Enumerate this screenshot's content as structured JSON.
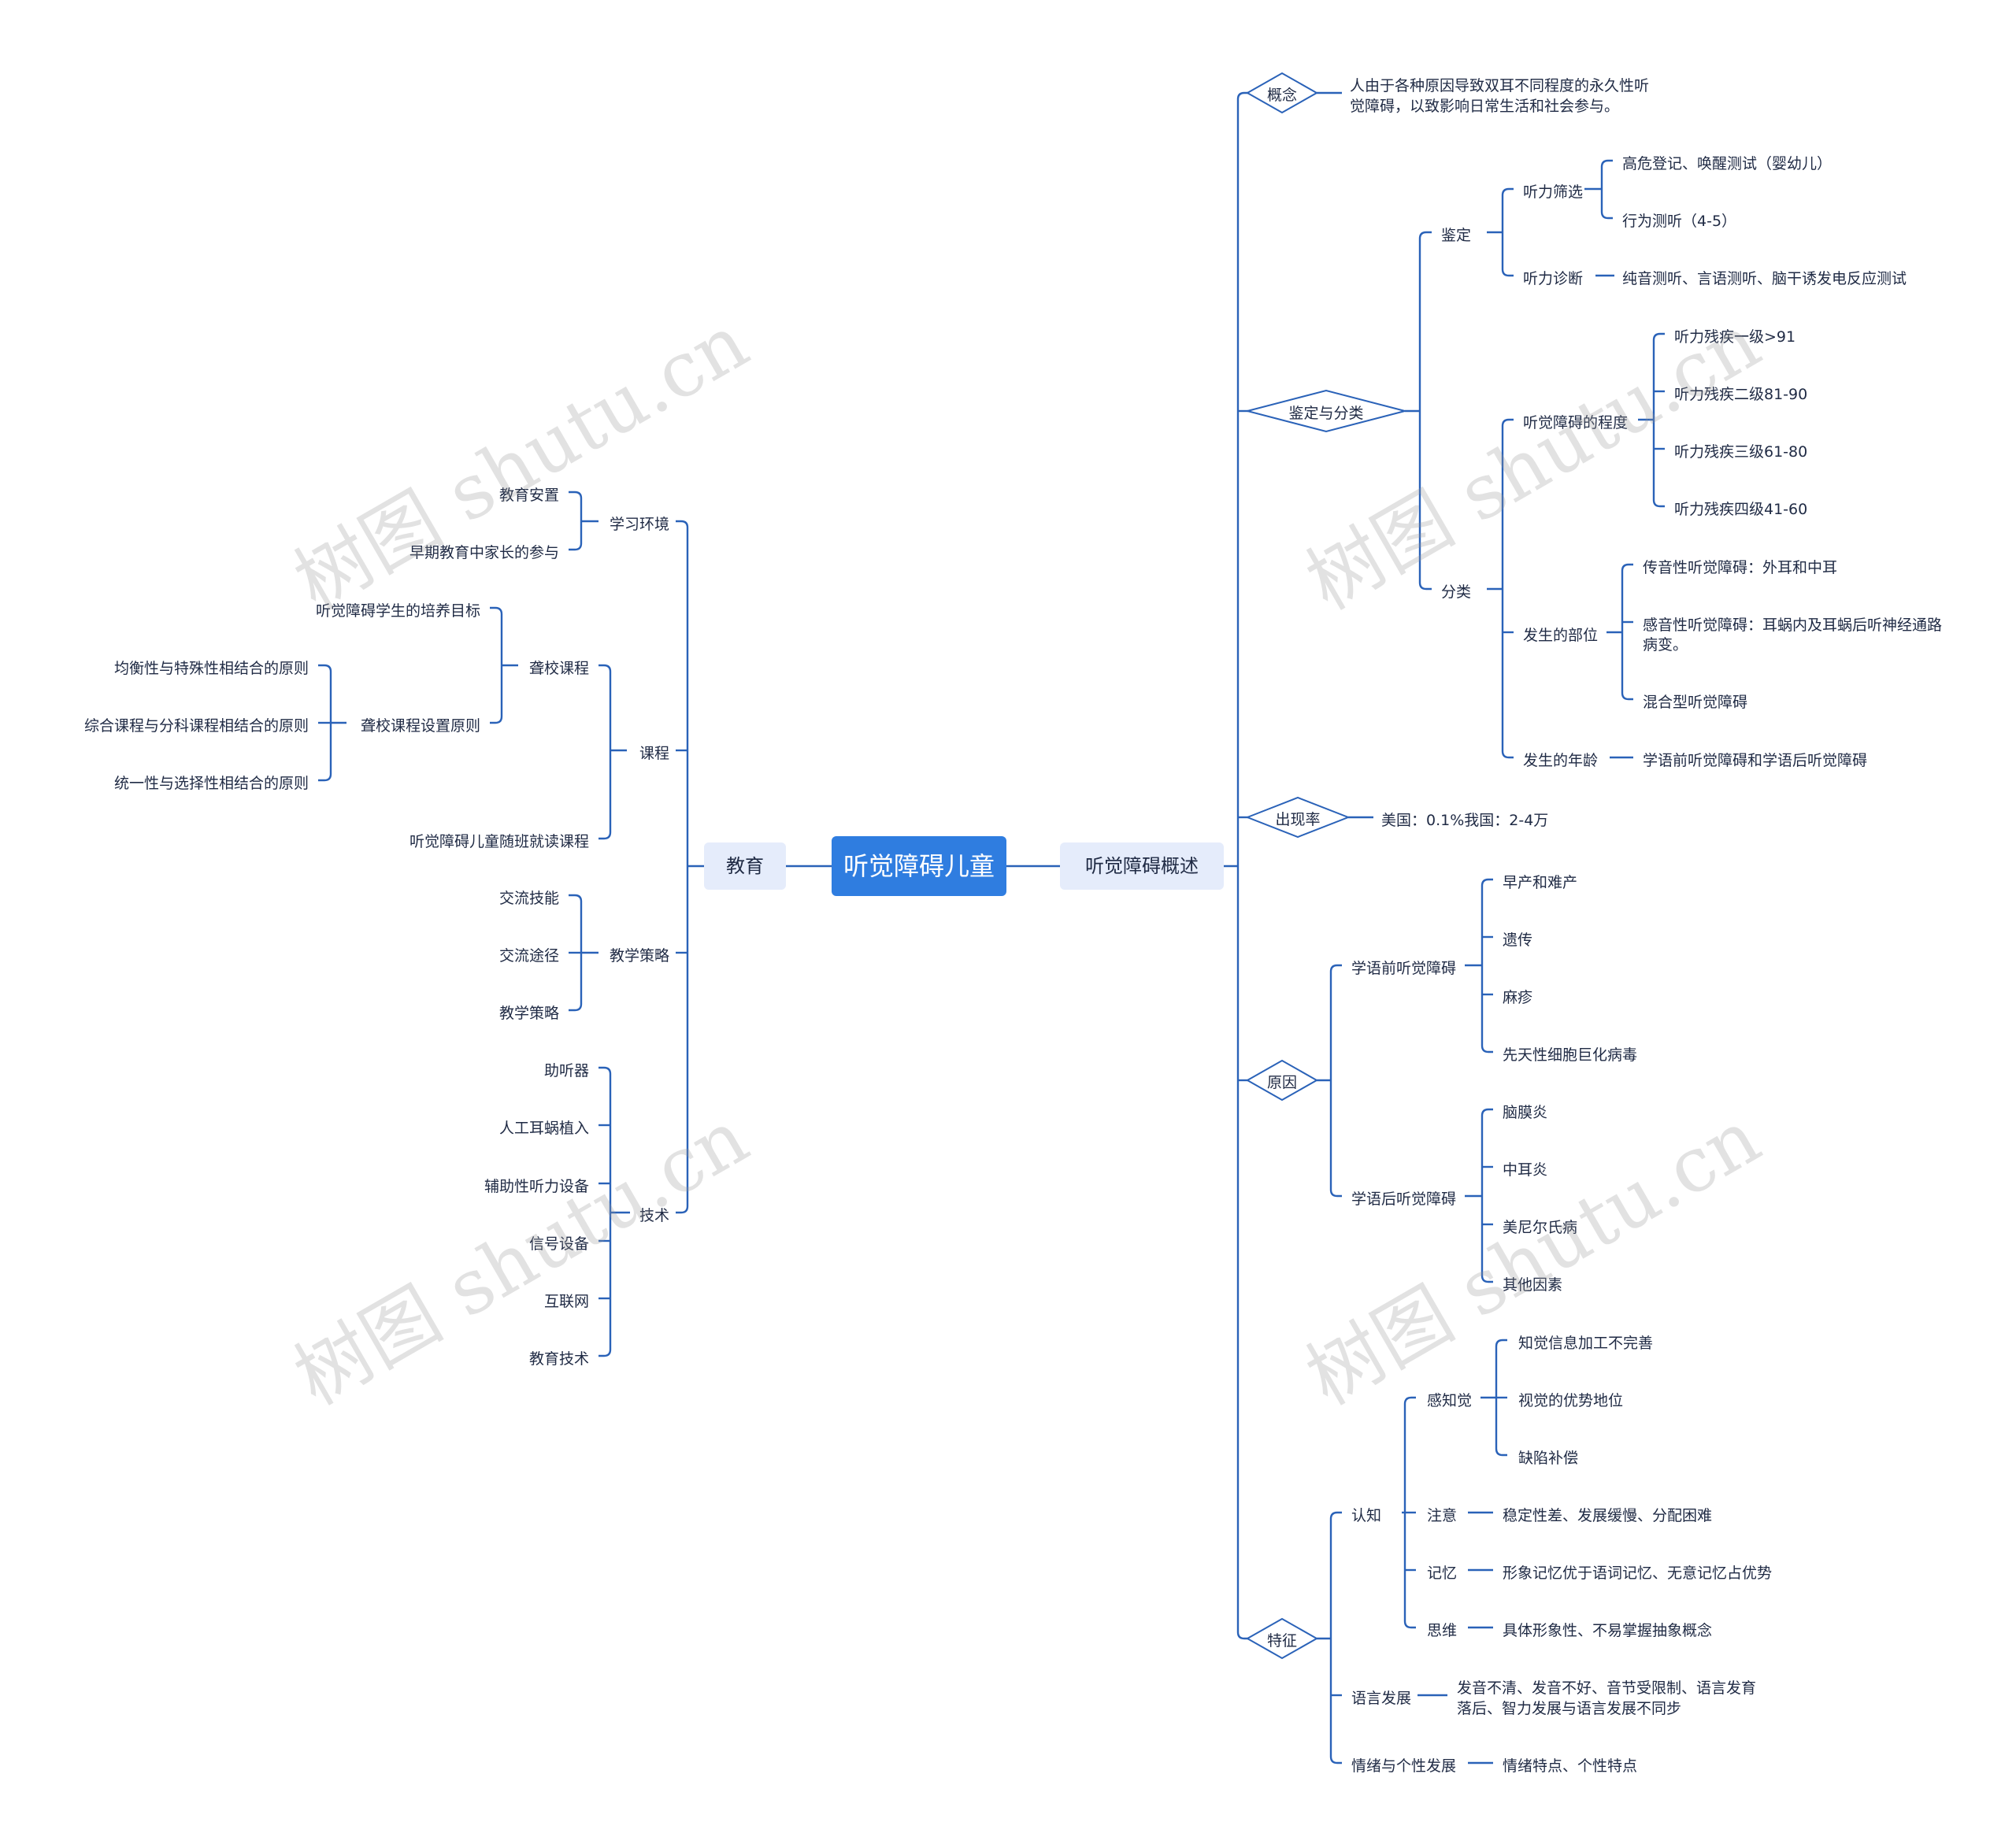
{
  "root": "听觉障碍儿童",
  "left_branch": "教育",
  "right_branch": "听觉障碍概述",
  "education": {
    "env": {
      "label": "学习环境",
      "items": [
        "教育安置",
        "早期教育中家长的参与"
      ]
    },
    "curriculum": {
      "label": "课程",
      "deaf_school": {
        "label": "聋校课程",
        "goal": "听觉障碍学生的培养目标",
        "principles": {
          "label": "聋校课程设置原则",
          "items": [
            "均衡性与特殊性相结合的原则",
            "综合课程与分科课程相结合的原则",
            "统一性与选择性相结合的原则"
          ]
        }
      },
      "inclusive": "听觉障碍儿童随班就读课程"
    },
    "strategy": {
      "label": "教学策略",
      "items": [
        "交流技能",
        "交流途径",
        "教学策略"
      ]
    },
    "tech": {
      "label": "技术",
      "items": [
        "助听器",
        "人工耳蜗植入",
        "辅助性听力设备",
        "信号设备",
        "互联网",
        "教育技术"
      ]
    }
  },
  "overview": {
    "concept": {
      "label": "概念",
      "text1": "人由于各种原因导致双耳不同程度的永久性听",
      "text2": "觉障碍，以致影响日常生活和社会参与。"
    },
    "identify_classify": {
      "label": "鉴定与分类",
      "identify": {
        "label": "鉴定",
        "screening": {
          "label": "听力筛选",
          "items": [
            "高危登记、唤醒测试（婴幼儿）",
            "行为测听（4-5）"
          ]
        },
        "diagnosis": {
          "label": "听力诊断",
          "item": "纯音测听、言语测听、脑干诱发电反应测试"
        }
      },
      "classify": {
        "label": "分类",
        "degree": {
          "label": "听觉障碍的程度",
          "items": [
            "听力残疾一级>91",
            "听力残疾二级81-90",
            "听力残疾三级61-80",
            "听力残疾四级41-60"
          ]
        },
        "site": {
          "label": "发生的部位",
          "items": [
            "传音性听觉障碍：外耳和中耳",
            "感音性听觉障碍：耳蜗内及耳蜗后听神经通路",
            "混合型听觉障碍"
          ],
          "item2_line2": "病变。"
        },
        "age": {
          "label": "发生的年龄",
          "item": "学语前听觉障碍和学语后听觉障碍"
        }
      }
    },
    "prevalence": {
      "label": "出现率",
      "text": "美国：0.1%我国：2-4万"
    },
    "cause": {
      "label": "原因",
      "prelingual": {
        "label": "学语前听觉障碍",
        "items": [
          "早产和难产",
          "遗传",
          "麻疹",
          "先天性细胞巨化病毒"
        ]
      },
      "postlingual": {
        "label": "学语后听觉障碍",
        "items": [
          "脑膜炎",
          "中耳炎",
          "美尼尔氏病",
          "其他因素"
        ]
      }
    },
    "traits": {
      "label": "特征",
      "cognition": {
        "label": "认知",
        "perception": {
          "label": "感知觉",
          "items": [
            "知觉信息加工不完善",
            "视觉的优势地位",
            "缺陷补偿"
          ]
        },
        "attention": {
          "label": "注意",
          "item": "稳定性差、发展缓慢、分配困难"
        },
        "memory": {
          "label": "记忆",
          "item": "形象记忆优于语词记忆、无意记忆占优势"
        },
        "thinking": {
          "label": "思维",
          "item": "具体形象性、不易掌握抽象概念"
        }
      },
      "language": {
        "label": "语言发展",
        "text1": "发音不清、发音不好、音节受限制、语言发育",
        "text2": "落后、智力发展与语言发展不同步"
      },
      "emotion": {
        "label": "情绪与个性发展",
        "item": "情绪特点、个性特点"
      }
    }
  },
  "watermark": "树图 shutu.cn",
  "colors": {
    "line": "#2a62b8",
    "root_bg": "#2f7de0",
    "root_text": "#ffffff",
    "branch_bg": "#e5ecfb",
    "text": "#1f2a44",
    "diamond_stroke": "#2a62b8"
  }
}
